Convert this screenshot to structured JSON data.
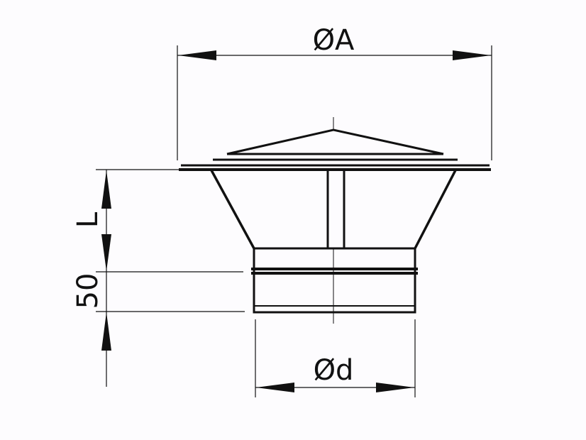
{
  "dimensions": {
    "outer_diameter": "ØA",
    "height": "L",
    "socket_length": "50",
    "pipe_diameter": "Ød"
  },
  "colors": {
    "line": "#111111",
    "background": "#fdfcfe"
  }
}
